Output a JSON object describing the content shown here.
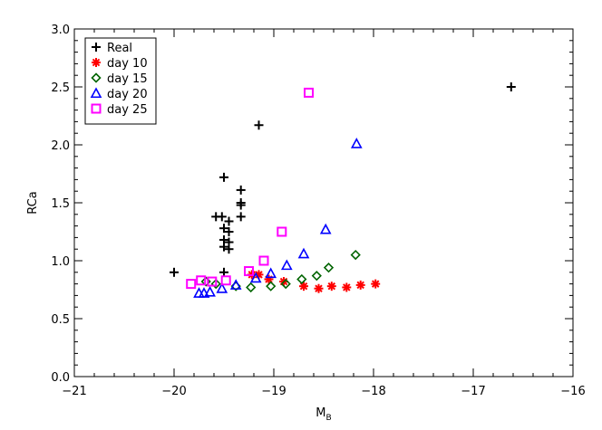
{
  "chart_data": {
    "type": "scatter",
    "title": "",
    "xlabel": "M",
    "xlabel_subscript": "B",
    "ylabel": "RCa",
    "xlim": [
      -21,
      -16
    ],
    "ylim": [
      0.0,
      3.0
    ],
    "xticks": [
      -21,
      -20,
      -19,
      -18,
      -17,
      -16
    ],
    "xtick_labels": [
      "−21",
      "−20",
      "−19",
      "−18",
      "−17",
      "−16"
    ],
    "yticks": [
      0.0,
      0.5,
      1.0,
      1.5,
      2.0,
      2.5,
      3.0
    ],
    "ytick_labels": [
      "0.0",
      "0.5",
      "1.0",
      "1.5",
      "2.0",
      "2.5",
      "3.0"
    ],
    "grid": false,
    "legend_position": "top-left",
    "series": [
      {
        "name": "Real",
        "marker": "plus",
        "color": "#000000",
        "points": [
          [
            -20.0,
            0.9
          ],
          [
            -19.15,
            2.17
          ],
          [
            -19.5,
            1.72
          ],
          [
            -19.33,
            1.61
          ],
          [
            -19.33,
            1.5
          ],
          [
            -19.33,
            1.48
          ],
          [
            -19.58,
            1.38
          ],
          [
            -19.52,
            1.38
          ],
          [
            -19.45,
            1.34
          ],
          [
            -19.33,
            1.38
          ],
          [
            -19.5,
            1.28
          ],
          [
            -19.45,
            1.25
          ],
          [
            -19.5,
            1.18
          ],
          [
            -19.45,
            1.16
          ],
          [
            -19.5,
            1.12
          ],
          [
            -19.45,
            1.1
          ],
          [
            -19.5,
            0.9
          ],
          [
            -16.62,
            2.5
          ]
        ]
      },
      {
        "name": "day 10",
        "marker": "asterisk",
        "color": "#ff0000",
        "points": [
          [
            -19.22,
            0.88
          ],
          [
            -19.15,
            0.88
          ],
          [
            -19.05,
            0.84
          ],
          [
            -18.9,
            0.82
          ],
          [
            -18.7,
            0.78
          ],
          [
            -18.55,
            0.76
          ],
          [
            -18.42,
            0.78
          ],
          [
            -18.27,
            0.77
          ],
          [
            -18.13,
            0.79
          ],
          [
            -17.98,
            0.8
          ]
        ]
      },
      {
        "name": "day 15",
        "marker": "diamond",
        "color": "#006400",
        "points": [
          [
            -19.68,
            0.82
          ],
          [
            -19.58,
            0.8
          ],
          [
            -19.38,
            0.78
          ],
          [
            -19.23,
            0.77
          ],
          [
            -19.03,
            0.78
          ],
          [
            -18.88,
            0.8
          ],
          [
            -18.72,
            0.84
          ],
          [
            -18.57,
            0.87
          ],
          [
            -18.45,
            0.94
          ],
          [
            -18.18,
            1.05
          ]
        ]
      },
      {
        "name": "day 20",
        "marker": "triangle",
        "color": "#0000ff",
        "points": [
          [
            -19.75,
            0.72
          ],
          [
            -19.7,
            0.72
          ],
          [
            -19.64,
            0.73
          ],
          [
            -19.52,
            0.76
          ],
          [
            -19.38,
            0.79
          ],
          [
            -19.18,
            0.85
          ],
          [
            -19.03,
            0.89
          ],
          [
            -18.87,
            0.96
          ],
          [
            -18.7,
            1.06
          ],
          [
            -18.48,
            1.27
          ],
          [
            -18.17,
            2.01
          ]
        ]
      },
      {
        "name": "day 25",
        "marker": "square",
        "color": "#ff00ff",
        "points": [
          [
            -19.83,
            0.8
          ],
          [
            -19.73,
            0.83
          ],
          [
            -19.62,
            0.82
          ],
          [
            -19.48,
            0.83
          ],
          [
            -19.25,
            0.91
          ],
          [
            -19.1,
            1.0
          ],
          [
            -18.92,
            1.25
          ],
          [
            -18.65,
            2.45
          ]
        ]
      }
    ]
  }
}
